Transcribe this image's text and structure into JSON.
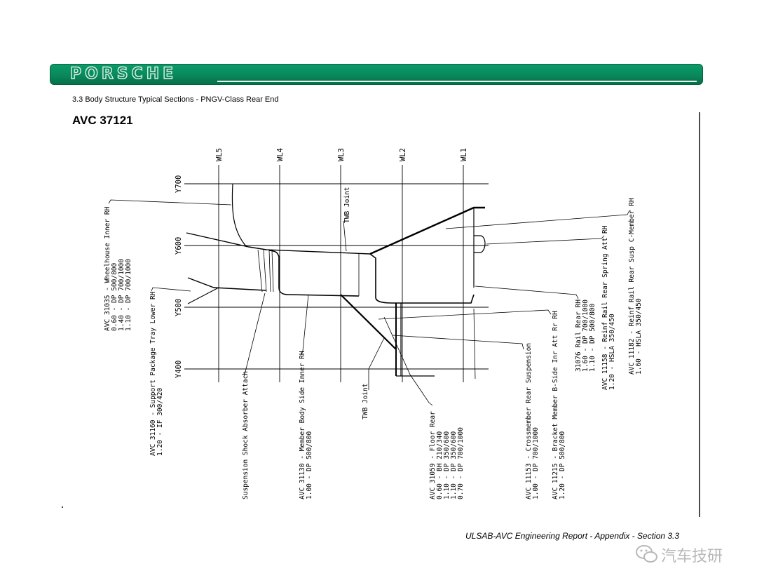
{
  "header": {
    "brand": "PORSCHE"
  },
  "section_title": "3.3  Body Structure Typical Sections - PNGV-Class Rear End",
  "page_title": "AVC 37121",
  "footer": "ULSAB-AVC Engineering Report - Appendix - Section 3.3",
  "watermark": "汽车技研",
  "drawing": {
    "wl_labels": [
      "WL5",
      "WL4",
      "WL3",
      "WL2",
      "WL1"
    ],
    "y_labels": [
      "Y700",
      "Y600",
      "Y500",
      "Y400"
    ],
    "joint_labels": [
      "TWB Joint",
      "TWB Joint"
    ],
    "callouts": {
      "wheelhouse": {
        "title": "AVC 31035 - Wheelhouse Inner RH",
        "l1": "0.60 - DP 500/800",
        "l2": "1.40 - DP 700/1000",
        "l3": "1.10 - DP 700/1000"
      },
      "package_tray": {
        "title": "AVC 31160 - Support Package Tray Lower RH",
        "l1": "1.20 - IF 300/420"
      },
      "shock_attach": {
        "title": "Suspension Shock Absorber Attach"
      },
      "body_side": {
        "title": "AVC 31130 - Member Body Side Inner RH",
        "l1": "1.00 - DP 500/800"
      },
      "floor_rear": {
        "title": "AVC 31059 - Floor Rear",
        "l1": "0.60 - BH 210/340",
        "l2": "1.10 - DP 350/600",
        "l3": "1.10 - DP 350/600",
        "l4": "0.70 - DP 700/1000"
      },
      "crossmember": {
        "title": "AVC 11153 - Crossmember Rear Suspension",
        "l1": "1.00 - DP 700/1000"
      },
      "bracket": {
        "title": "AVC 11215 - Bracket Member B-Side Inr Att Rr RH",
        "l1": "1.20 - DP 500/800"
      },
      "rail_rear": {
        "title": "31076 Rail Rear RH",
        "l1": "1.60 - DP 700/1000",
        "l2": "1.10 - DP 500/800"
      },
      "reinf_spring": {
        "title": "AVC 11158 - Reinf Rail Rear Spring Att RH",
        "l1": "1.20 - HSLA 350/450"
      },
      "reinf_cmember": {
        "title": "AVC 11182 - Reinf Rail Rear Susp C-Member RH",
        "l1": "1.60 - HSLA 350/450"
      }
    }
  }
}
